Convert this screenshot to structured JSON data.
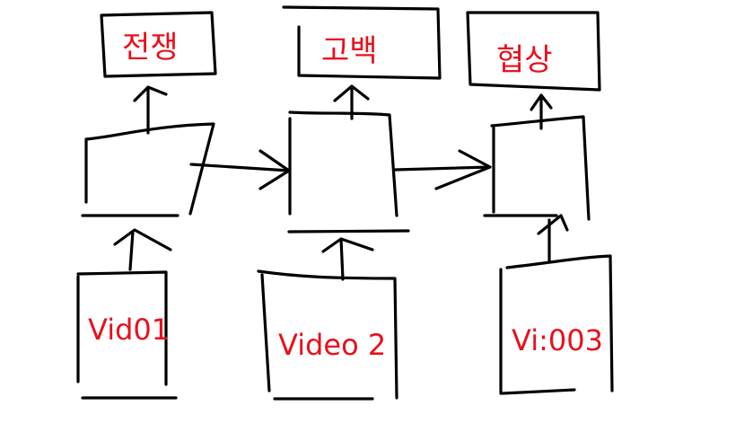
{
  "outputs": [
    "전쟁",
    "고백",
    "협상"
  ],
  "videos": [
    "Vid01",
    "Video 2",
    "Vi:003"
  ],
  "colors": {
    "ink": "#000000",
    "label": "#e8101c",
    "background": "#ffffff"
  }
}
